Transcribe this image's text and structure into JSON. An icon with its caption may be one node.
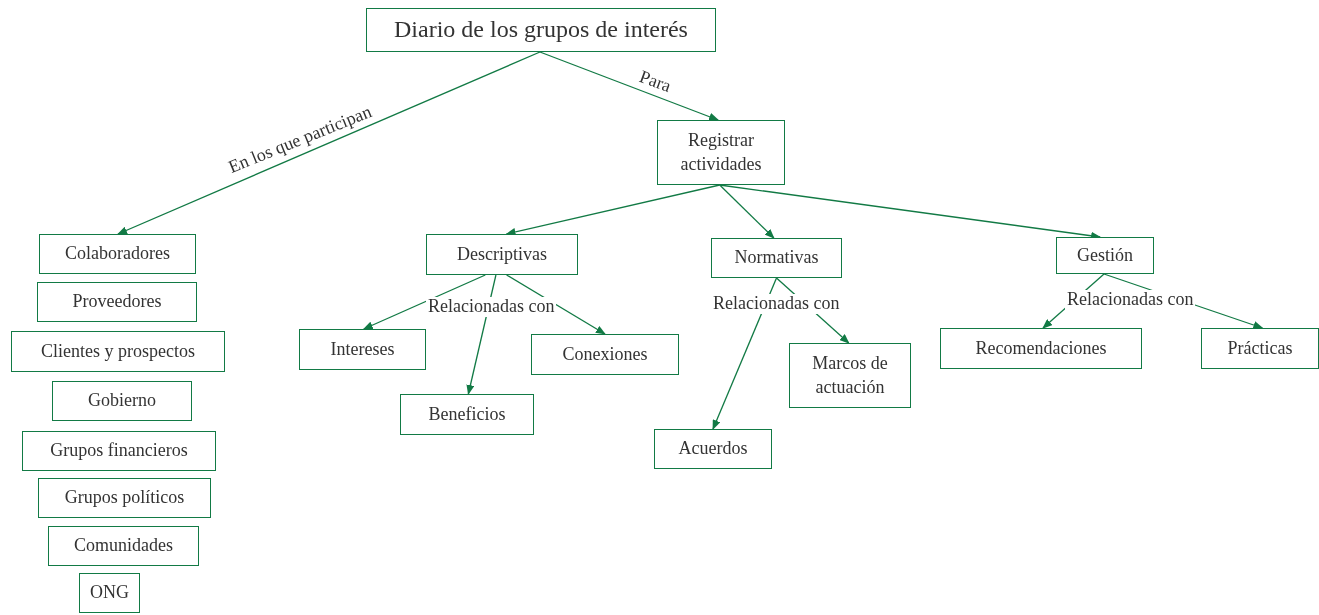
{
  "diagram": {
    "nodes": [
      {
        "text": [
          "Diario de los grupos de interés"
        ]
      },
      {
        "text": [
          "Registrar actividades"
        ]
      },
      {
        "text": [
          "Colaboradores"
        ]
      },
      {
        "text": [
          "Proveedores"
        ]
      },
      {
        "text": [
          "Clientes y prospectos"
        ]
      },
      {
        "text": [
          "Gobierno"
        ]
      },
      {
        "text": [
          "Grupos financieros"
        ]
      },
      {
        "text": [
          "Grupos políticos"
        ]
      },
      {
        "text": [
          "Comunidades"
        ]
      },
      {
        "text": [
          "ONG"
        ]
      },
      {
        "text": [
          "Descriptivas"
        ]
      },
      {
        "text": [
          "Normativas"
        ]
      },
      {
        "text": [
          "Gestión"
        ]
      },
      {
        "text": [
          "Intereses"
        ]
      },
      {
        "text": [
          "Conexiones"
        ]
      },
      {
        "text": [
          "Beneficios"
        ]
      },
      {
        "text": [
          "Marcos de actuación"
        ]
      },
      {
        "text": [
          "Acuerdos"
        ]
      },
      {
        "text": [
          "Recomendaciones"
        ]
      },
      {
        "text": [
          "Prácticas"
        ]
      }
    ],
    "edges": [
      {
        "from": 0,
        "to": 2,
        "arrow": "to",
        "label": "En los que participan"
      },
      {
        "from": 0,
        "to": 1,
        "arrow": "to",
        "label": "Para"
      },
      {
        "from": 1,
        "to": 10,
        "arrow": "to"
      },
      {
        "from": 1,
        "to": 11,
        "arrow": "to"
      },
      {
        "from": 1,
        "to": 12,
        "arrow": "to"
      },
      {
        "from": 10,
        "to": 13,
        "arrow": "to"
      },
      {
        "from": 10,
        "to": 15,
        "arrow": "to",
        "label": "Relacionadas con"
      },
      {
        "from": 10,
        "to": 14,
        "arrow": "to"
      },
      {
        "from": 11,
        "to": 17,
        "arrow": "to",
        "label": "Relacionadas con"
      },
      {
        "from": 11,
        "to": 16,
        "arrow": "to"
      },
      {
        "from": 12,
        "to": 18,
        "arrow": "to",
        "label": "Relacionadas con"
      },
      {
        "from": 12,
        "to": 19,
        "arrow": "to"
      }
    ]
  }
}
